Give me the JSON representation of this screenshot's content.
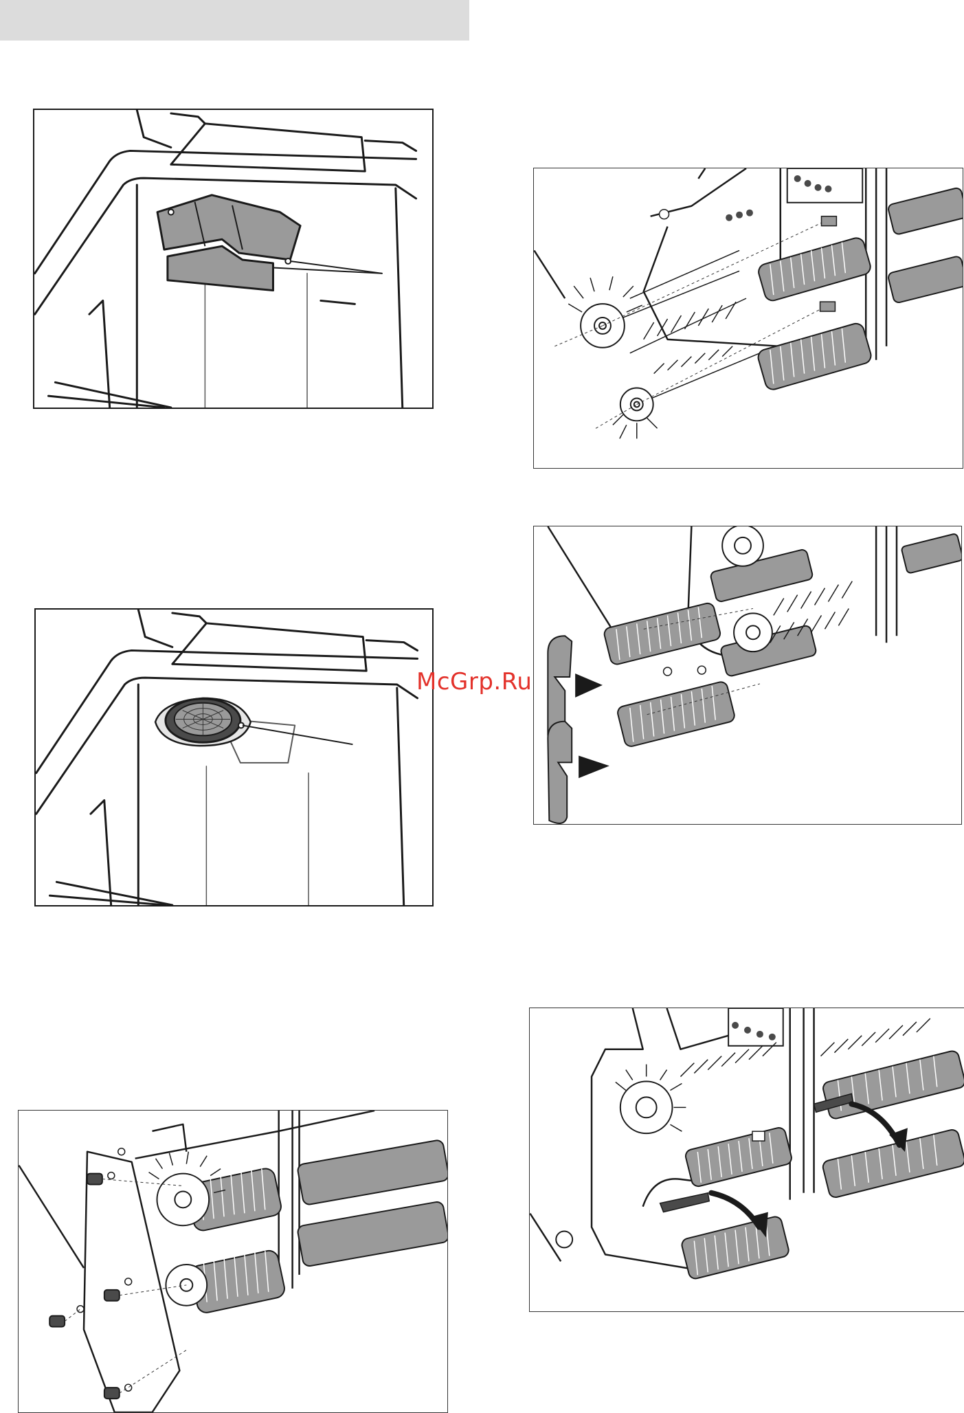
{
  "page": {
    "watermark": "McGrp.Ru"
  },
  "figures": [
    {
      "name": "tank-screen-cover-figure",
      "icon": "tank-cover-illustration"
    },
    {
      "name": "tank-filter-figure",
      "icon": "tank-filter-illustration"
    },
    {
      "name": "brush-side-cover-figure",
      "icon": "side-cover-screws-illustration"
    },
    {
      "name": "brush-removal-figure",
      "icon": "brush-removal-illustration"
    },
    {
      "name": "brush-strip-insert-figure",
      "icon": "brush-strip-illustration"
    },
    {
      "name": "squeegee-rotate-figure",
      "icon": "squeegee-rotate-illustration"
    }
  ],
  "colors": {
    "header_bar": "#dcdcdc",
    "line": "#1a1a1a",
    "part_fill": "#9a9a9a",
    "dark_fill": "#4a4a4a",
    "watermark": "#e3322b"
  }
}
